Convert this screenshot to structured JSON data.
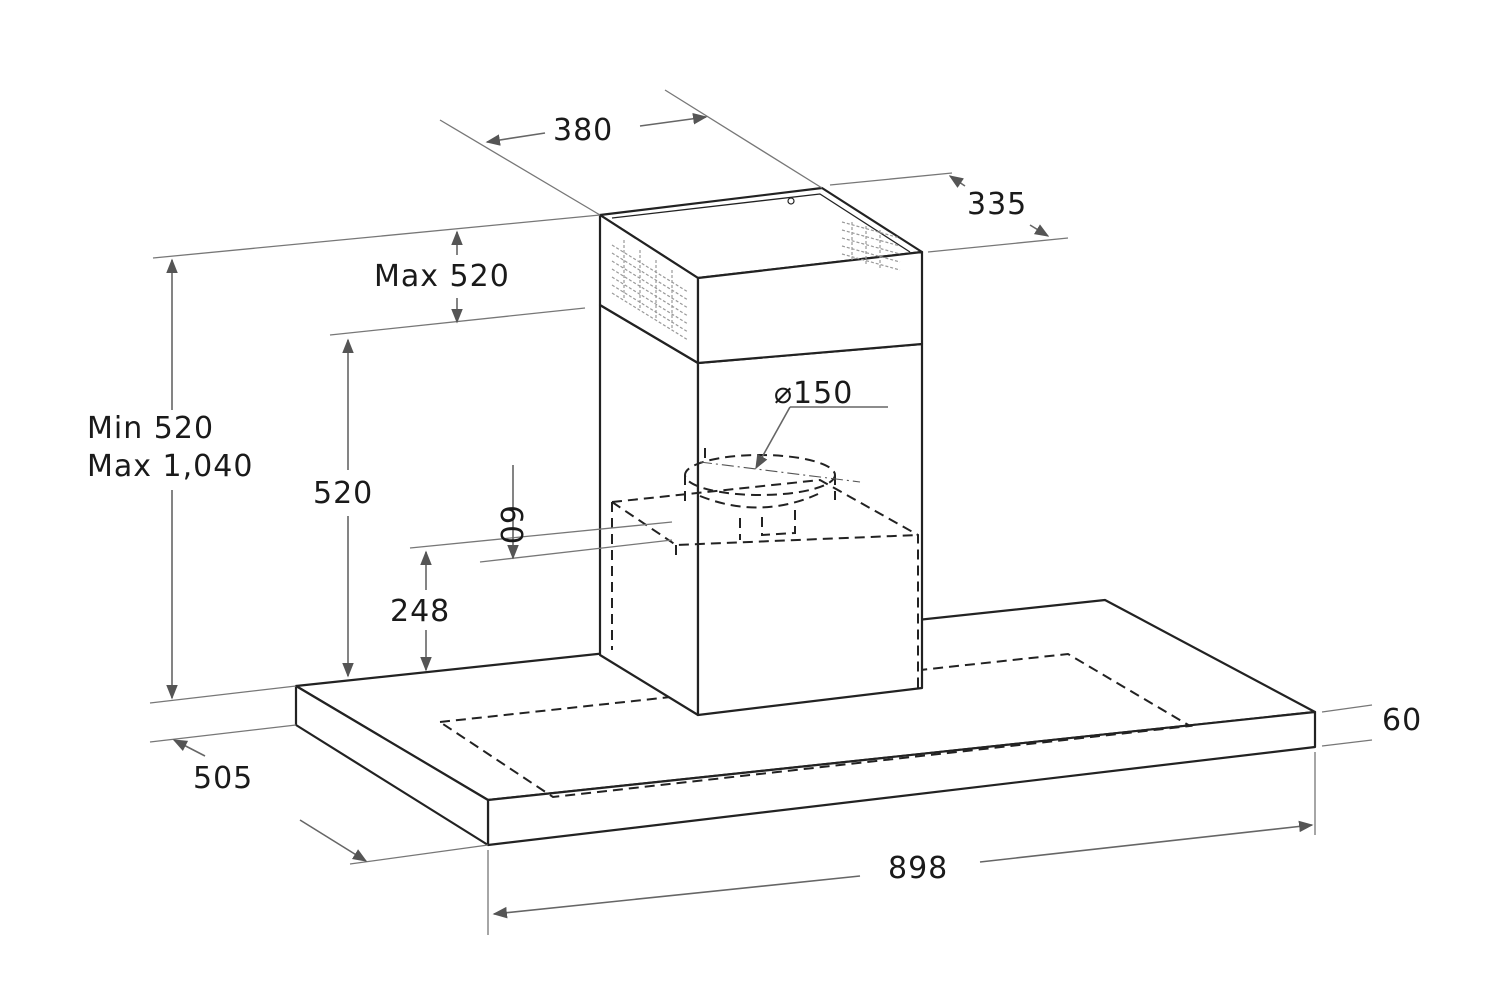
{
  "dimensions": {
    "chimney_width": "380",
    "chimney_depth": "335",
    "upper_extension": "Max 520",
    "total_height_min": "Min 520",
    "total_height_max": "Max 1,040",
    "lower_chimney_height": "520",
    "outlet_diameter": "⌀150",
    "outlet_collar": "60",
    "outlet_height": "248",
    "hood_depth": "505",
    "hood_thickness": "60",
    "hood_width": "898"
  }
}
